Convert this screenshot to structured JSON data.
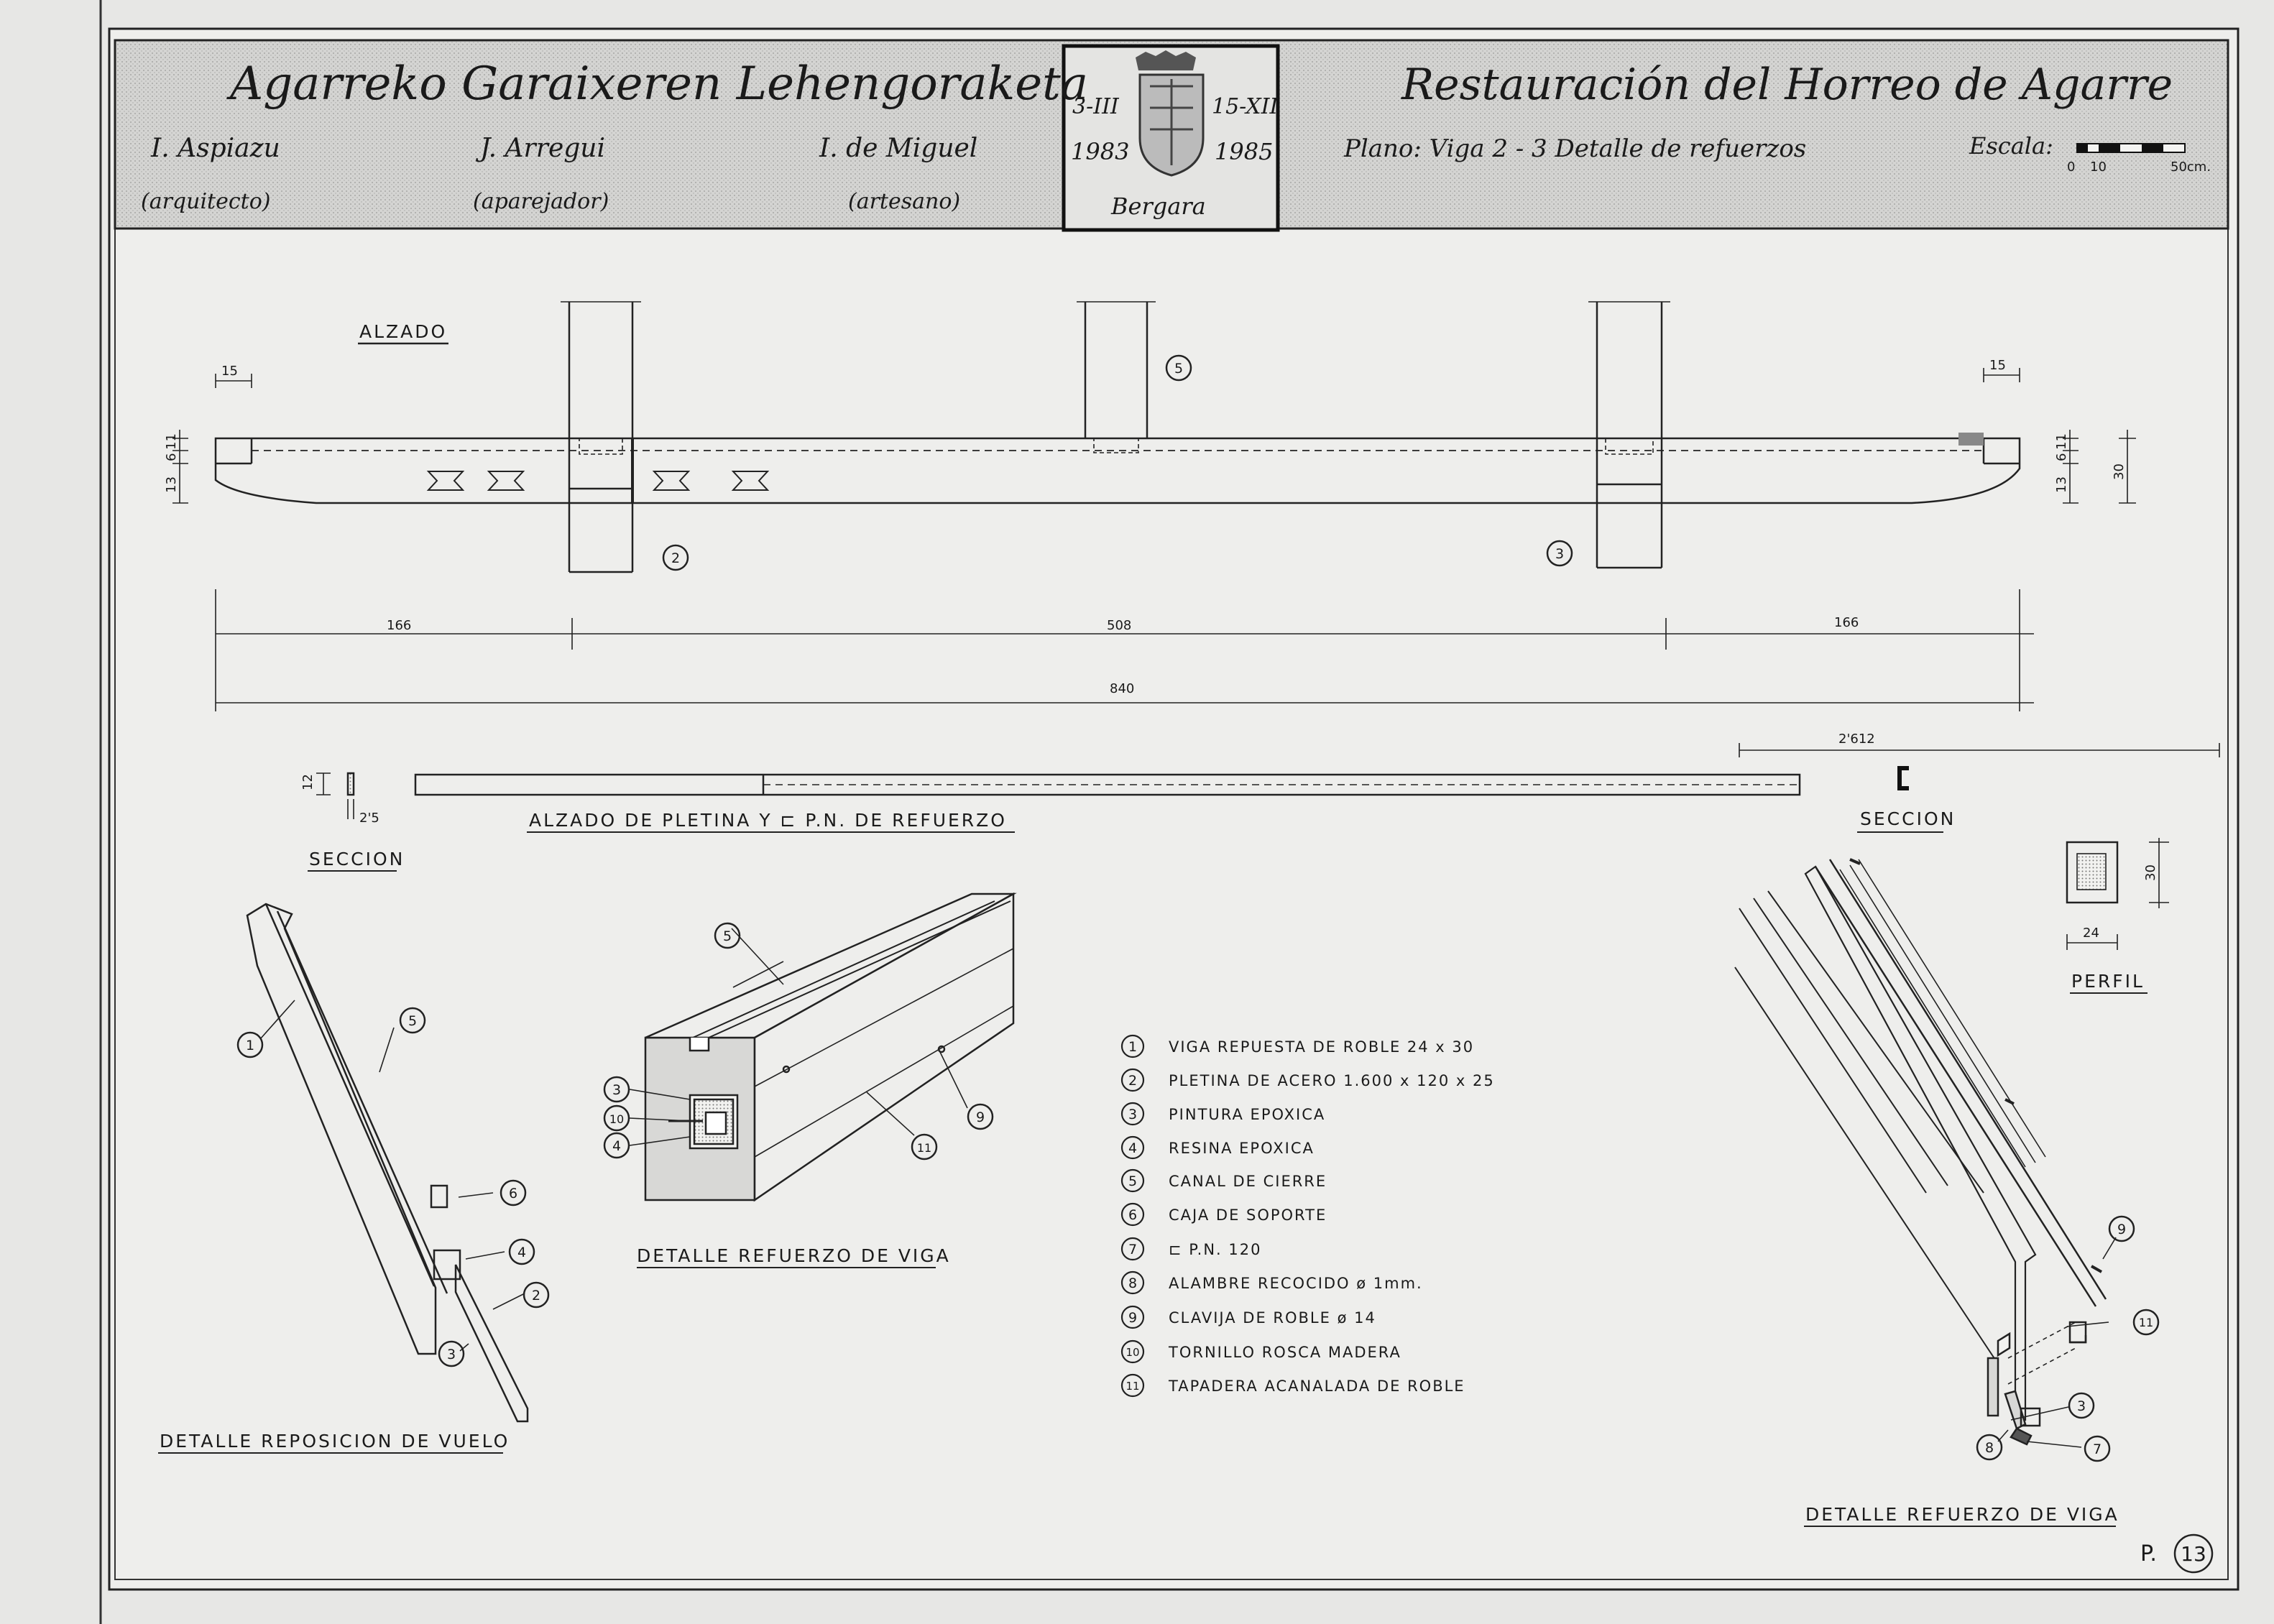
{
  "title_block": {
    "left_title": "Agarreko Garaixeren Lehengoraketa",
    "people": [
      {
        "name": "I. Aspiazu",
        "role": "(arquitecto)"
      },
      {
        "name": "J. Arregui",
        "role": "(aparejador)"
      },
      {
        "name": "I. de Miguel",
        "role": "(artesano)"
      }
    ],
    "emblem": {
      "date_left_top": "3-III",
      "date_right_top": "15-XII",
      "year_left": "1983",
      "year_right": "1985",
      "place": "Bergara"
    },
    "right_title": "Restauración del Horreo de Agarre",
    "plan_label": "Plano: Viga 2 - 3 Detalle de refuerzos",
    "scale_label": "Escala:",
    "scale_ticks": [
      "0",
      "10",
      "50cm."
    ]
  },
  "elevation": {
    "label": "ALZADO",
    "post_numbers": [
      "2",
      "5",
      "3"
    ],
    "dims": {
      "left_overhang": "15",
      "right_overhang": "15",
      "left_stack": [
        "11",
        "6",
        "13"
      ],
      "right_stack": [
        "11",
        "6",
        "13"
      ],
      "right_height": "30",
      "seg_left": "166",
      "seg_mid": "508",
      "seg_right": "166",
      "total": "840"
    }
  },
  "plate": {
    "label": "ALZADO DE PLETINA Y ⊏ P.N. DE REFUERZO",
    "section_left_label": "SECCION",
    "section_left_dims": [
      "12",
      "2'5"
    ],
    "section_right_label": "SECCION",
    "channel_length": "2'612"
  },
  "profile": {
    "label": "PERFIL",
    "width": "24",
    "height": "30"
  },
  "details": {
    "vuelo_label": "DETALLE REPOSICION DE VUELO",
    "vuelo_callouts": [
      "1",
      "5",
      "6",
      "4",
      "2",
      "3"
    ],
    "beam_label": "DETALLE REFUERZO DE VIGA",
    "beam_callouts": [
      "5",
      "3",
      "10",
      "4",
      "9",
      "11"
    ],
    "beam2_label": "DETALLE REFUERZO DE VIGA",
    "beam2_callouts": [
      "9",
      "11",
      "3",
      "8",
      "7"
    ]
  },
  "legend": [
    {
      "n": "1",
      "text": "VIGA REPUESTA DE ROBLE  24 x 30"
    },
    {
      "n": "2",
      "text": "PLETINA DE ACERO  1.600 x 120 x 25"
    },
    {
      "n": "3",
      "text": "PINTURA EPOXICA"
    },
    {
      "n": "4",
      "text": "RESINA EPOXICA"
    },
    {
      "n": "5",
      "text": "CANAL DE CIERRE"
    },
    {
      "n": "6",
      "text": "CAJA DE SOPORTE"
    },
    {
      "n": "7",
      "text": "⊏ P.N. 120"
    },
    {
      "n": "8",
      "text": "ALAMBRE RECOCIDO ø 1mm."
    },
    {
      "n": "9",
      "text": "CLAVIJA DE ROBLE ø 14"
    },
    {
      "n": "10",
      "text": "TORNILLO ROSCA MADERA"
    },
    {
      "n": "11",
      "text": "TAPADERA ACANALADA DE ROBLE"
    }
  ],
  "page": {
    "prefix": "P.",
    "number": "13"
  }
}
